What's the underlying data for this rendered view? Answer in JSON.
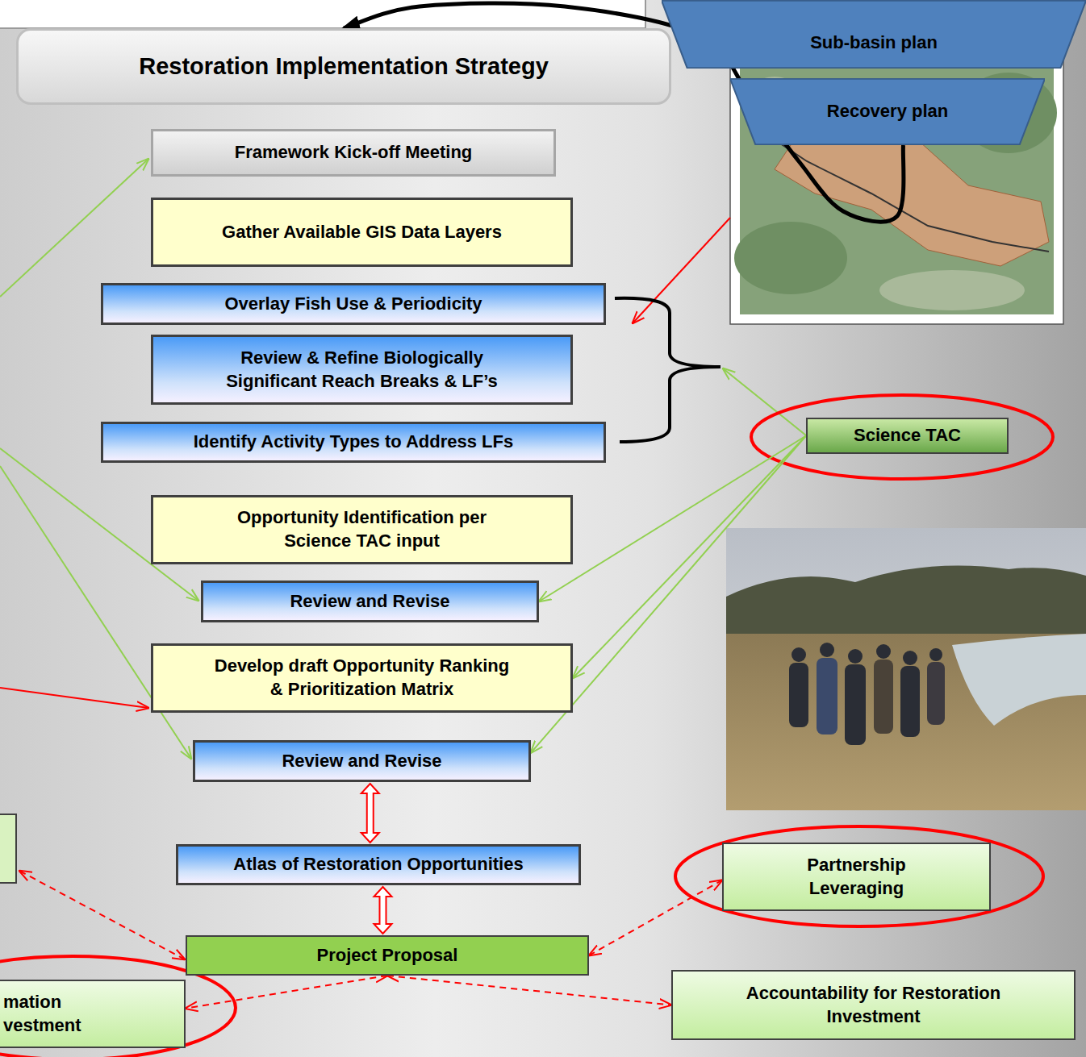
{
  "diagram": {
    "nodes": [
      {
        "text": [
          "Restoration Implementation Strategy"
        ]
      },
      {
        "text": [
          "Sub-basin plan"
        ]
      },
      {
        "text": [
          "Recovery plan"
        ]
      },
      {
        "text": [
          "Framework Kick-off Meeting"
        ]
      },
      {
        "text": [
          "Gather Available GIS Data Layers"
        ]
      },
      {
        "text": [
          "Overlay Fish Use & Periodicity"
        ]
      },
      {
        "text": [
          "Review & Refine Biologically Significant Reach Breaks & LF’s"
        ]
      },
      {
        "text": [
          "Identify Activity Types to Address LFs"
        ]
      },
      {
        "text": [
          "Science TAC"
        ]
      },
      {
        "text": [
          "Opportunity Identification per Science TAC input"
        ]
      },
      {
        "text": [
          "Review and Revise"
        ]
      },
      {
        "text": [
          "Develop draft Opportunity Ranking & Prioritization Matrix"
        ]
      },
      {
        "text": [
          "Review and Revise"
        ]
      },
      {
        "text": [
          "Atlas of Restoration Opportunities"
        ]
      },
      {
        "text": [
          "Partnership Leveraging"
        ]
      },
      {
        "text": [
          "Project Proposal"
        ]
      },
      {
        "text": [
          "mation vestment"
        ]
      },
      {
        "text": [
          "Accountability for Restoration Investment"
        ]
      }
    ],
    "edges": [
      {
        "from": 2,
        "to": 0,
        "arrow": "to"
      },
      {
        "from": 8,
        "to": 10,
        "arrow": "to"
      },
      {
        "from": 8,
        "to": 11,
        "arrow": "to"
      },
      {
        "from": 8,
        "to": 12,
        "arrow": "to"
      },
      {
        "from": 12,
        "to": 13,
        "arrow": "both"
      },
      {
        "from": 13,
        "to": 15,
        "arrow": "both"
      },
      {
        "from": 15,
        "to": 14,
        "arrow": "both"
      },
      {
        "from": 15,
        "to": 16,
        "arrow": "both"
      },
      {
        "from": 15,
        "to": 17,
        "arrow": "both"
      }
    ]
  }
}
